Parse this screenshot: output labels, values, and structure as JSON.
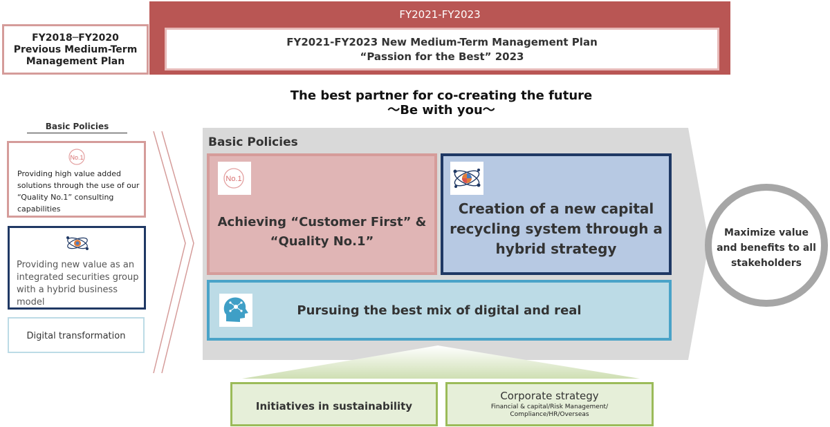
{
  "header": {
    "period": "FY2021-FY2023",
    "new_plan": {
      "line1": "FY2021-FY2023 New Medium-Term Management Plan",
      "line2": "“Passion for the Best” 2023"
    },
    "previous_plan": {
      "line1": "FY2018─FY2020",
      "line2": "Previous Medium-Term",
      "line3": "Management Plan"
    }
  },
  "tagline": {
    "line1": "The best partner for co-creating the future",
    "line2": "～Be with you～"
  },
  "previous_policies": {
    "heading": "Basic Policies",
    "items": [
      {
        "icon": "no1-icon",
        "text": "Providing high value added solutions through the use of our “Quality No.1” consulting capabilities"
      },
      {
        "icon": "network-icon",
        "text": "Providing new value as an integrated securities group with a hybrid business model"
      },
      {
        "text": "Digital transformation"
      }
    ]
  },
  "basic_policies": {
    "title": "Basic Policies",
    "customer_first": {
      "icon": "no1-icon",
      "line1": "Achieving “Customer First” &",
      "line2": "“Quality No.1”"
    },
    "hybrid": {
      "icon": "network-icon",
      "line1": "Creation of a new capital",
      "line2": "recycling system through a",
      "line3": "hybrid strategy"
    },
    "digital": {
      "icon": "ai-head-icon",
      "label": "Pursuing the best mix of digital and real"
    }
  },
  "outcome": {
    "line1": "Maximize value",
    "line2": "and benefits to all",
    "line3": "stakeholders"
  },
  "foundations": {
    "sustainability": "Initiatives in sustainability",
    "corporate": {
      "title": "Corporate strategy",
      "line1": "Financial & capital/Risk Management/",
      "line2": "Compliance/HR/Overseas"
    }
  },
  "colors": {
    "banner": "#b95654",
    "rose": "#d59c9a",
    "rose_fill": "#e0b5b5",
    "navy": "#1f3864",
    "blue_fill": "#b7c9e3",
    "teal": "#4aa3c8",
    "teal_fill": "#bcdbe6",
    "green": "#9bbb59",
    "green_fill": "#e6efd9",
    "grey": "#a6a6a6"
  }
}
